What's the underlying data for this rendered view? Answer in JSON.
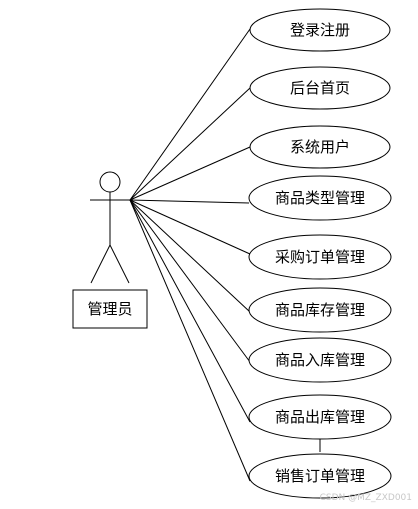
{
  "actor": {
    "label": "管理员"
  },
  "use_cases": [
    {
      "label": "登录注册"
    },
    {
      "label": "后台首页"
    },
    {
      "label": "系统用户"
    },
    {
      "label": "商品类型管理"
    },
    {
      "label": "采购订单管理"
    },
    {
      "label": "商品库存管理"
    },
    {
      "label": "商品入库管理"
    },
    {
      "label": "商品出库管理"
    },
    {
      "label": "销售订单管理"
    }
  ],
  "watermark": "CSDN @MZ_ZXD001"
}
